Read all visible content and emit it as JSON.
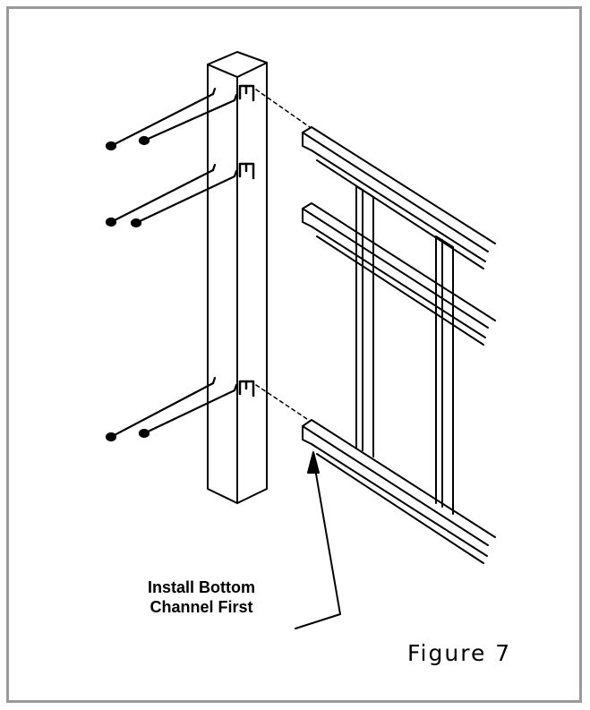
{
  "diagram": {
    "callout_line1": "Install Bottom",
    "callout_line2": "Channel First",
    "figure_label": "Figure 7"
  }
}
